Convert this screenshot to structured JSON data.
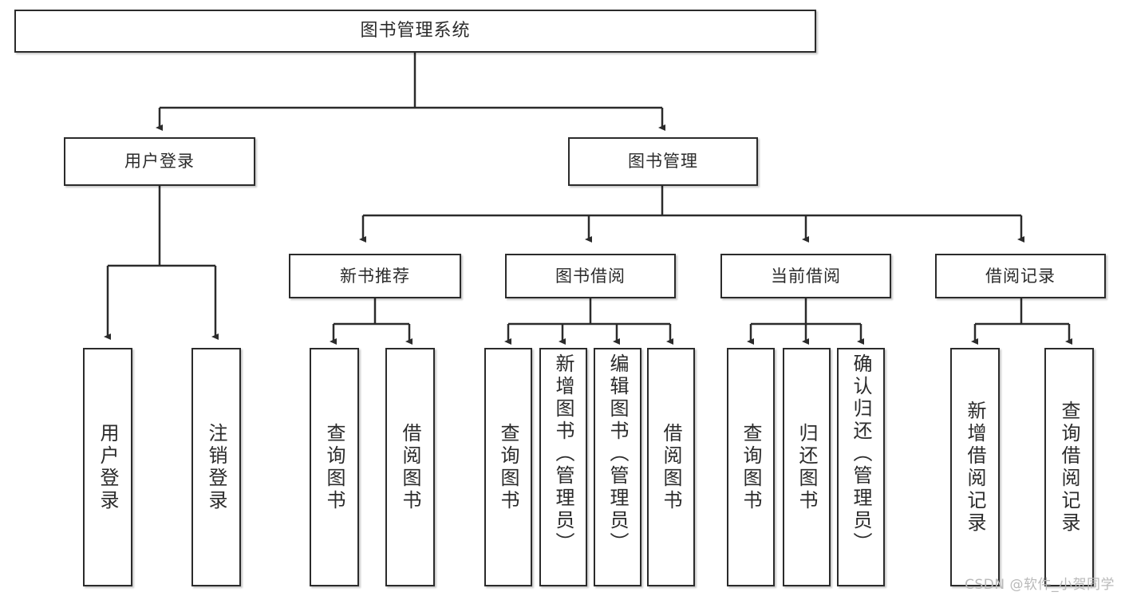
{
  "diagram": {
    "title": "图书管理系统",
    "watermark": "CSDN @软件_小贺同学",
    "colors": {
      "border": "#2b2b2b",
      "background": "#ffffff",
      "text": "#2b2b2b",
      "watermark": "#b9b9b9"
    },
    "root": {
      "label": "图书管理系统"
    },
    "level2": [
      {
        "label": "用户登录"
      },
      {
        "label": "图书管理"
      }
    ],
    "level3": [
      {
        "label": "新书推荐"
      },
      {
        "label": "图书借阅"
      },
      {
        "label": "当前借阅"
      },
      {
        "label": "借阅记录"
      }
    ],
    "leaves": {
      "user_login": [
        {
          "label": "用户登录"
        },
        {
          "label": "注销登录"
        }
      ],
      "new_book_recommend": [
        {
          "label": "查询图书"
        },
        {
          "label": "借阅图书"
        }
      ],
      "book_borrow": [
        {
          "label": "查询图书"
        },
        {
          "label": "新增图书（管理员）"
        },
        {
          "label": "编辑图书（管理员）"
        },
        {
          "label": "借阅图书"
        }
      ],
      "current_borrow": [
        {
          "label": "查询图书"
        },
        {
          "label": "归还图书"
        },
        {
          "label": "确认归还（管理员）"
        }
      ],
      "borrow_record": [
        {
          "label": "新增借阅记录"
        },
        {
          "label": "查询借阅记录"
        }
      ]
    }
  }
}
